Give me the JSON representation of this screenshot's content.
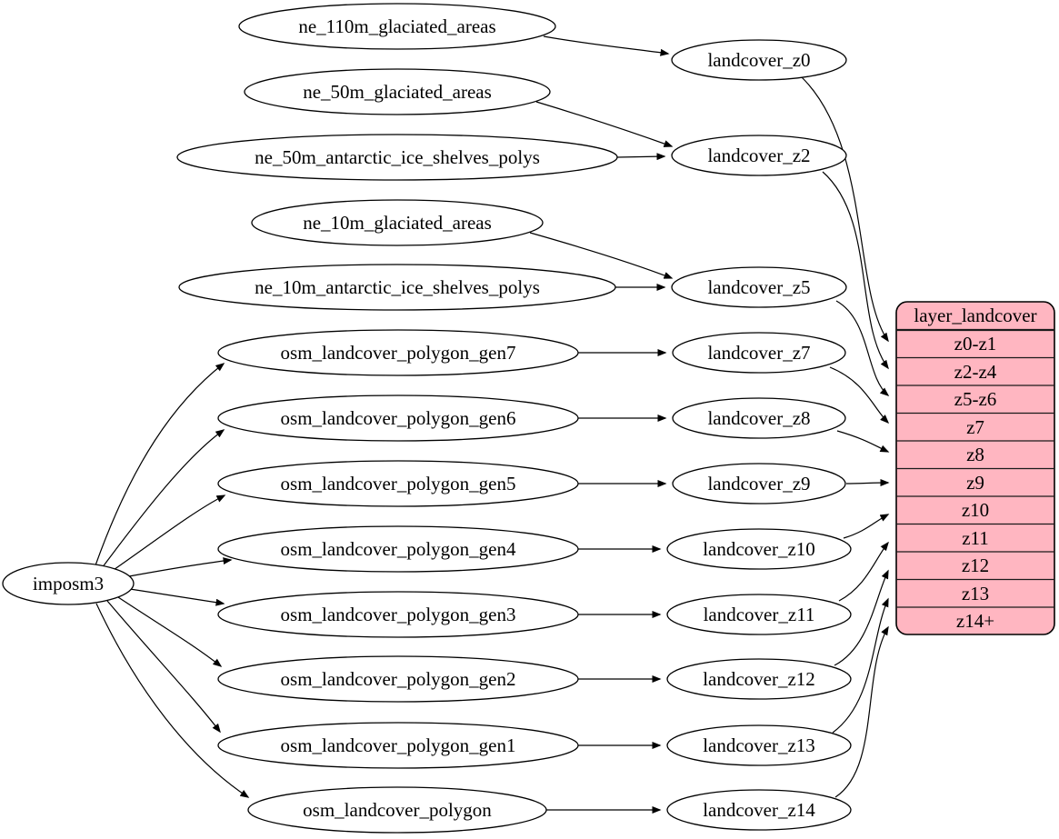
{
  "diagram": {
    "kind": "graphviz-digraph",
    "background_color": "#ffffff",
    "node_fill": "#ffffff",
    "node_stroke": "#000000",
    "edge_color": "#000000",
    "table_fill": "#ffb6c1",
    "table_stroke": "#000000",
    "text_color": "#000000"
  },
  "nodes": {
    "importer": {
      "label": "imposm3"
    },
    "ne_sources": [
      {
        "label": "ne_110m_glaciated_areas"
      },
      {
        "label": "ne_50m_glaciated_areas"
      },
      {
        "label": "ne_50m_antarctic_ice_shelves_polys"
      },
      {
        "label": "ne_10m_glaciated_areas"
      },
      {
        "label": "ne_10m_antarctic_ice_shelves_polys"
      }
    ],
    "osm_tables": [
      {
        "label": "osm_landcover_polygon_gen7"
      },
      {
        "label": "osm_landcover_polygon_gen6"
      },
      {
        "label": "osm_landcover_polygon_gen5"
      },
      {
        "label": "osm_landcover_polygon_gen4"
      },
      {
        "label": "osm_landcover_polygon_gen3"
      },
      {
        "label": "osm_landcover_polygon_gen2"
      },
      {
        "label": "osm_landcover_polygon_gen1"
      },
      {
        "label": "osm_landcover_polygon"
      }
    ],
    "zoom_views": [
      {
        "label": "landcover_z0"
      },
      {
        "label": "landcover_z2"
      },
      {
        "label": "landcover_z5"
      },
      {
        "label": "landcover_z7"
      },
      {
        "label": "landcover_z8"
      },
      {
        "label": "landcover_z9"
      },
      {
        "label": "landcover_z10"
      },
      {
        "label": "landcover_z11"
      },
      {
        "label": "landcover_z12"
      },
      {
        "label": "landcover_z13"
      },
      {
        "label": "landcover_z14"
      }
    ]
  },
  "layer_table": {
    "title": "layer_landcover",
    "rows": [
      {
        "label": "z0-z1"
      },
      {
        "label": "z2-z4"
      },
      {
        "label": "z5-z6"
      },
      {
        "label": "z7"
      },
      {
        "label": "z8"
      },
      {
        "label": "z9"
      },
      {
        "label": "z10"
      },
      {
        "label": "z11"
      },
      {
        "label": "z12"
      },
      {
        "label": "z13"
      },
      {
        "label": "z14+"
      }
    ]
  },
  "edges": [
    {
      "from": "ne_110m_glaciated_areas",
      "to": "landcover_z0"
    },
    {
      "from": "ne_50m_glaciated_areas",
      "to": "landcover_z2"
    },
    {
      "from": "ne_50m_antarctic_ice_shelves_polys",
      "to": "landcover_z2"
    },
    {
      "from": "ne_10m_glaciated_areas",
      "to": "landcover_z5"
    },
    {
      "from": "ne_10m_antarctic_ice_shelves_polys",
      "to": "landcover_z5"
    },
    {
      "from": "imposm3",
      "to": "osm_landcover_polygon_gen7"
    },
    {
      "from": "imposm3",
      "to": "osm_landcover_polygon_gen6"
    },
    {
      "from": "imposm3",
      "to": "osm_landcover_polygon_gen5"
    },
    {
      "from": "imposm3",
      "to": "osm_landcover_polygon_gen4"
    },
    {
      "from": "imposm3",
      "to": "osm_landcover_polygon_gen3"
    },
    {
      "from": "imposm3",
      "to": "osm_landcover_polygon_gen2"
    },
    {
      "from": "imposm3",
      "to": "osm_landcover_polygon_gen1"
    },
    {
      "from": "imposm3",
      "to": "osm_landcover_polygon"
    },
    {
      "from": "osm_landcover_polygon_gen7",
      "to": "landcover_z7"
    },
    {
      "from": "osm_landcover_polygon_gen6",
      "to": "landcover_z8"
    },
    {
      "from": "osm_landcover_polygon_gen5",
      "to": "landcover_z9"
    },
    {
      "from": "osm_landcover_polygon_gen4",
      "to": "landcover_z10"
    },
    {
      "from": "osm_landcover_polygon_gen3",
      "to": "landcover_z11"
    },
    {
      "from": "osm_landcover_polygon_gen2",
      "to": "landcover_z12"
    },
    {
      "from": "osm_landcover_polygon_gen1",
      "to": "landcover_z13"
    },
    {
      "from": "osm_landcover_polygon",
      "to": "landcover_z14"
    },
    {
      "from": "landcover_z0",
      "to": "layer_landcover.z0-z1"
    },
    {
      "from": "landcover_z2",
      "to": "layer_landcover.z2-z4"
    },
    {
      "from": "landcover_z5",
      "to": "layer_landcover.z5-z6"
    },
    {
      "from": "landcover_z7",
      "to": "layer_landcover.z7"
    },
    {
      "from": "landcover_z8",
      "to": "layer_landcover.z8"
    },
    {
      "from": "landcover_z9",
      "to": "layer_landcover.z9"
    },
    {
      "from": "landcover_z10",
      "to": "layer_landcover.z10"
    },
    {
      "from": "landcover_z11",
      "to": "layer_landcover.z11"
    },
    {
      "from": "landcover_z12",
      "to": "layer_landcover.z12"
    },
    {
      "from": "landcover_z13",
      "to": "layer_landcover.z13"
    },
    {
      "from": "landcover_z14",
      "to": "layer_landcover.z14+"
    }
  ]
}
